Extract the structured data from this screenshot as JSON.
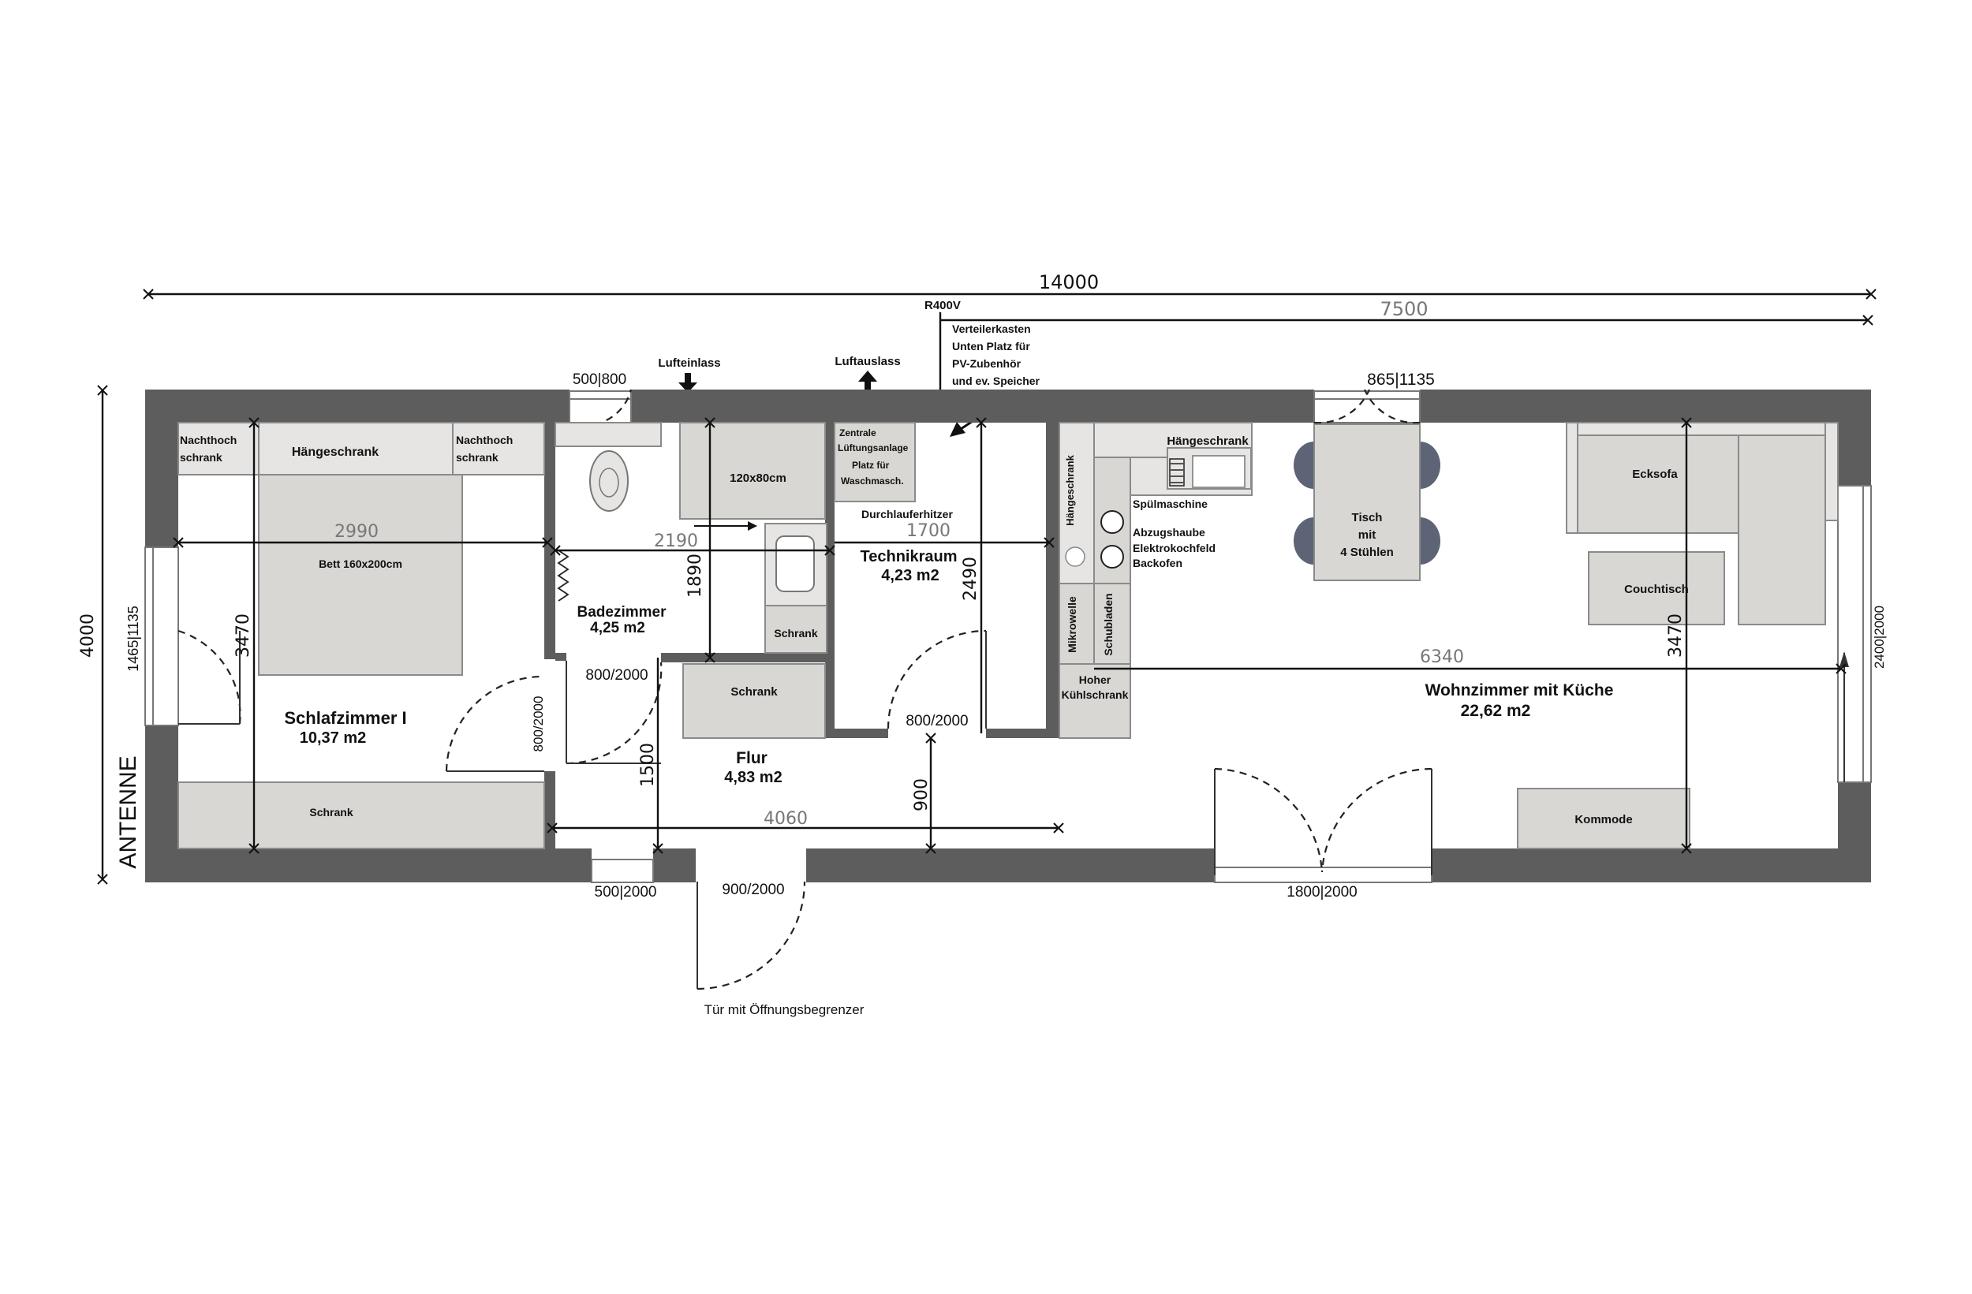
{
  "dimensions": {
    "overall_length": "14000",
    "right_section": "7500",
    "overall_width": "4000",
    "bedroom_window": "1465|1135",
    "bedroom_length": "2990",
    "bedroom_width": "3470",
    "bath_length": "2190",
    "bath_height": "1890",
    "tech_length": "1700",
    "tech_height": "2490",
    "living_length": "6340",
    "living_width": "3470",
    "right_window": "2400|2000",
    "hall_length": "4060",
    "hall_depth": "1500",
    "hall_front": "900",
    "top_window_left": "500|800",
    "top_window_right": "865|1135",
    "door_bath": "800/2000",
    "door_bath_vertical": "800/2000",
    "door_tech": "800/2000",
    "bottom_window_left": "500|2000",
    "entrance_door": "900/2000",
    "terrace_door": "1800|2000"
  },
  "annotations": {
    "power": "R400V",
    "distribution_box": [
      "Verteilerkasten",
      "Unten Platz für",
      "PV-Zubenhör",
      "und ev.  Speicher"
    ],
    "air_inlet": "Lufteinlass",
    "air_outlet": "Luftauslass",
    "antenna": "ANTENNE",
    "door_note": "Tür mit Öffnungsbegrenzer"
  },
  "rooms": {
    "bedroom": {
      "name": "Schlafzimmer I",
      "area": "10,37 m2"
    },
    "bathroom": {
      "name": "Badezimmer",
      "area": "4,25 m2"
    },
    "technical": {
      "name": "Technikraum",
      "area": "4,23 m2"
    },
    "hallway": {
      "name": "Flur",
      "area": "4,83 m2"
    },
    "living": {
      "name": "Wohnzimmer mit Küche",
      "area": "22,62 m2"
    }
  },
  "furniture": {
    "nachthoch_left": [
      "Nachthoch",
      "schrank"
    ],
    "haengeschrank_bed": "Hängeschrank",
    "nachthoch_right": [
      "Nachthoch",
      "schrank"
    ],
    "bed": "Bett 160x200cm",
    "schrank_bed": "Schrank",
    "shower": "120x80cm",
    "schrank_bath": "Schrank",
    "schrank_hall": "Schrank",
    "ventilation": [
      "Zentrale",
      "Lüftungsanlage",
      "Platz für",
      "Waschmasch."
    ],
    "water_heater": "Durchlauferhitzer",
    "haengeschrank_kitchen_v": "Hängeschrank",
    "haengeschrank_kitchen": "Hängeschrank",
    "dishwasher": "Spülmaschine",
    "appliances": [
      "Abzugshaube",
      "Elektrokochfeld",
      "Backofen"
    ],
    "microwave": "Mikrowelle",
    "drawers": "Schubladen",
    "fridge": [
      "Hoher",
      "Kühlschrank"
    ],
    "table": [
      "Tisch",
      "mit",
      "4 Stühlen"
    ],
    "sofa": "Ecksofa",
    "coffee_table": "Couchtisch",
    "dresser": "Kommode"
  }
}
